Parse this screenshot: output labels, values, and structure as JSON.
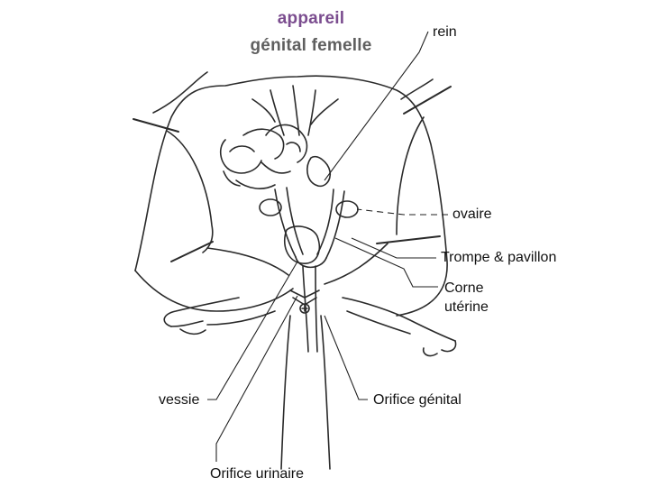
{
  "title": {
    "line1": "appareil",
    "line2": "génital femelle",
    "color_line1": "#7b4d8f",
    "color_line2": "#5f5f5f"
  },
  "labels": {
    "rein": "rein",
    "ovaire": "ovaire",
    "trompe": "Trompe & pavillon",
    "corne_line1": "Corne",
    "corne_line2": "utérine",
    "vessie": "vessie",
    "orifice_genital": "Orifice génital",
    "orifice_urinaire": "Orifice urinaire"
  },
  "colors": {
    "line": "#222222",
    "text": "#111111"
  }
}
